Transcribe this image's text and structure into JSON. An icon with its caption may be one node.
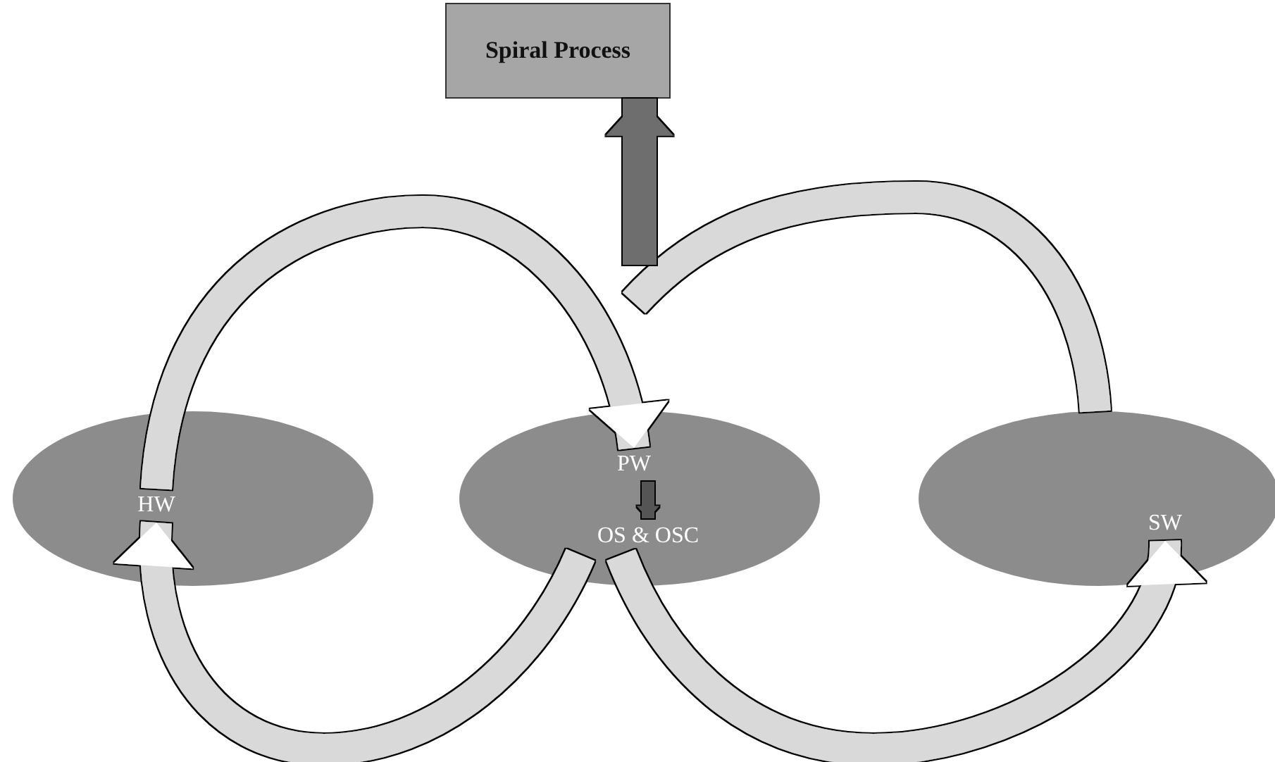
{
  "diagram": {
    "nodes": [
      {
        "text": [
          "Spiral Process"
        ]
      },
      {
        "text": [],
        "shape": "ellipse"
      },
      {
        "text": [
          "HW"
        ],
        "in": 1
      },
      {
        "text": [],
        "shape": "ellipse"
      },
      {
        "text": [
          "PW"
        ],
        "in": 3
      },
      {
        "text": [
          "OS & OSC"
        ],
        "in": 3
      },
      {
        "text": [],
        "shape": "ellipse"
      },
      {
        "text": [
          "SW"
        ],
        "in": 6
      }
    ],
    "edges": [
      {
        "from": 5,
        "to": 2,
        "arrow": "to"
      },
      {
        "from": 2,
        "to": 4,
        "arrow": "to"
      },
      {
        "from": 4,
        "to": 5,
        "arrow": "to",
        "color": "#555555"
      },
      {
        "from": 5,
        "to": 7,
        "arrow": "to"
      },
      {
        "from": null,
        "to": 6,
        "arrow": "none"
      },
      {
        "from": null,
        "to": 0,
        "arrow": "to",
        "color": "#6e6e6e"
      }
    ]
  }
}
